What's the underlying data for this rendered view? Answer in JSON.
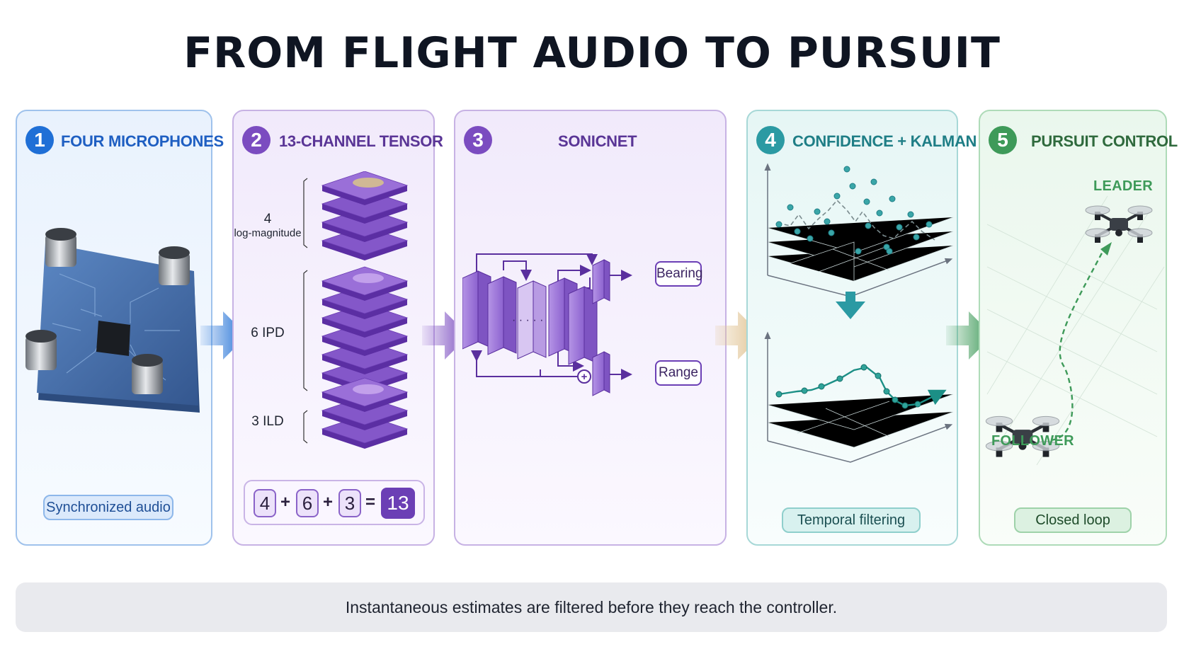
{
  "title": "FROM FLIGHT AUDIO TO PURSUIT",
  "colors": {
    "stage1": "#1f6fd6",
    "stage2": "#7b4cc0",
    "stage3": "#7b4cc0",
    "stage4": "#2b9aa3",
    "stage5": "#3e9a59"
  },
  "stages": [
    {
      "number": "1",
      "heading": "FOUR MICROPHONES",
      "pill": "Synchronized audio"
    },
    {
      "number": "2",
      "heading": "13-CHANNEL TENSOR",
      "layer_labels": {
        "logmag_count": "4",
        "logmag_text": "log-magnitude",
        "ipd": "6 IPD",
        "ild": "3 ILD"
      },
      "equation": {
        "a": "4",
        "b": "6",
        "c": "3",
        "plus": "+",
        "equals": "=",
        "result": "13"
      }
    },
    {
      "number": "3",
      "heading": "SONICNET",
      "ellipsis": "· · · · ·",
      "outputs": {
        "bearing": "Bearing",
        "range": "Range"
      },
      "sum_symbol": "+"
    },
    {
      "number": "4",
      "heading": "CONFIDENCE + KALMAN",
      "pill": "Temporal filtering"
    },
    {
      "number": "5",
      "heading": "PURSUIT CONTROL",
      "leader": "LEADER",
      "follower": "FOLLOWER",
      "pill": "Closed loop"
    }
  ],
  "footer": "Instantaneous estimates are filtered before they reach the controller."
}
